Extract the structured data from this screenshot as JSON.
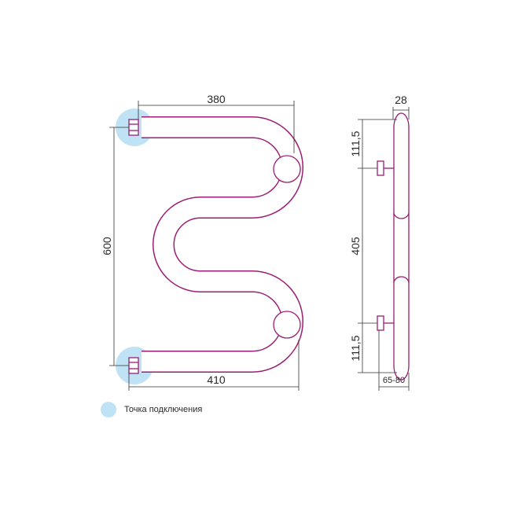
{
  "drawing": {
    "dimensions": {
      "top_width": "380",
      "bottom_width": "410",
      "height": "600",
      "side_depth": "28",
      "side_top_offset": "111,5",
      "side_center_distance": "405",
      "side_bottom_offset": "111,5",
      "wall_distance": "65-80"
    },
    "colors": {
      "pipe": "#9c1d73",
      "connection_point": "#bfe3f4",
      "dimension_line": "#333333"
    }
  },
  "legend": {
    "connection_point_label": "Точка подключения",
    "connection_point_icon": "circle-icon"
  }
}
